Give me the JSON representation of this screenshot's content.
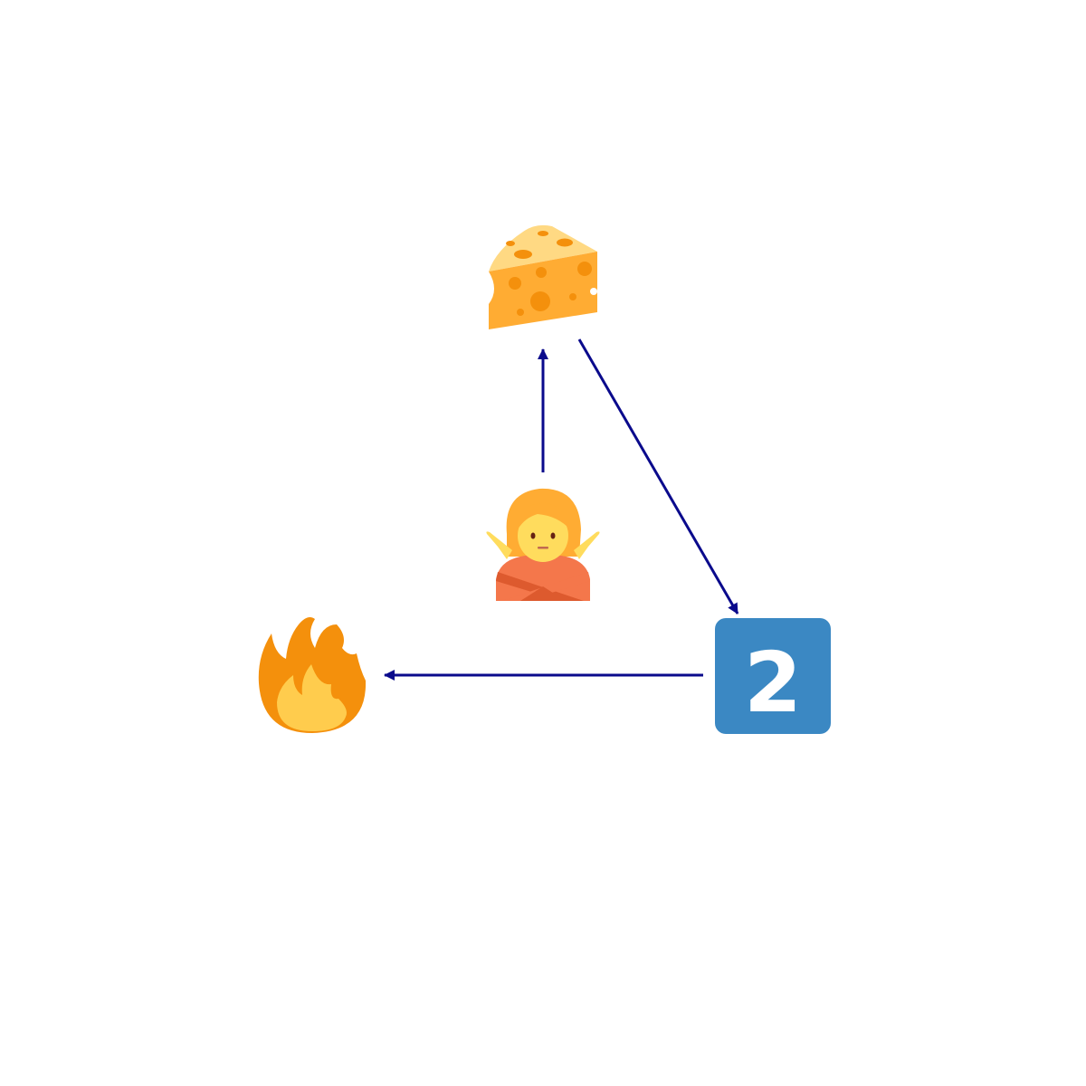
{
  "diagram": {
    "nodes": [
      {
        "id": "cheese",
        "icon": "cheese-wedge-icon"
      },
      {
        "id": "person",
        "icon": "person-gesturing-no-icon"
      },
      {
        "id": "two",
        "icon": "keycap-digit-two-icon",
        "label": "2"
      },
      {
        "id": "fire",
        "icon": "fire-icon"
      }
    ],
    "edges": [
      {
        "from": "person",
        "to": "cheese"
      },
      {
        "from": "cheese",
        "to": "two"
      },
      {
        "from": "two",
        "to": "fire"
      }
    ],
    "colors": {
      "edge": "#0a0a8c",
      "keycap": "#3b88c3",
      "keycap_text": "#ffffff",
      "cheese_light": "#ffd983",
      "cheese_dark": "#ffac33",
      "cheese_hole": "#f4900c",
      "fire_outer": "#f4900c",
      "fire_inner": "#ffcc4d",
      "skin": "#ffdc5d",
      "hair": "#ffac33",
      "shirt": "#f4774b",
      "shirt_dark": "#dd5a2e"
    }
  }
}
